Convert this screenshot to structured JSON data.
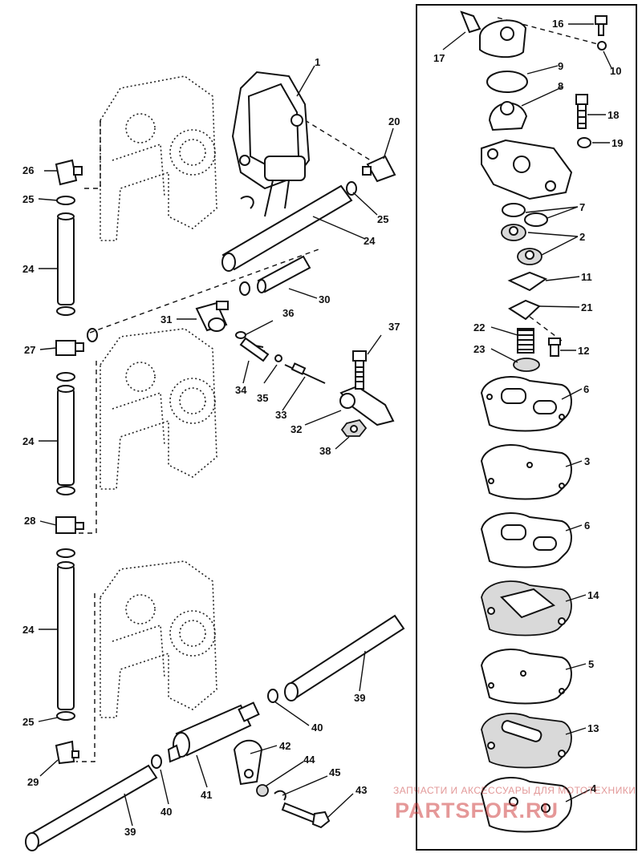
{
  "labels": [
    {
      "id": "p1",
      "text": "1"
    },
    {
      "id": "p2",
      "text": "2"
    },
    {
      "id": "p3",
      "text": "3"
    },
    {
      "id": "p4",
      "text": "4"
    },
    {
      "id": "p5",
      "text": "5"
    },
    {
      "id": "p6a",
      "text": "6"
    },
    {
      "id": "p6b",
      "text": "6"
    },
    {
      "id": "p7",
      "text": "7"
    },
    {
      "id": "p8",
      "text": "8"
    },
    {
      "id": "p9",
      "text": "9"
    },
    {
      "id": "p10",
      "text": "10"
    },
    {
      "id": "p11",
      "text": "11"
    },
    {
      "id": "p12",
      "text": "12"
    },
    {
      "id": "p13",
      "text": "13"
    },
    {
      "id": "p14",
      "text": "14"
    },
    {
      "id": "p16",
      "text": "16"
    },
    {
      "id": "p17",
      "text": "17"
    },
    {
      "id": "p18",
      "text": "18"
    },
    {
      "id": "p19",
      "text": "19"
    },
    {
      "id": "p20",
      "text": "20"
    },
    {
      "id": "p21",
      "text": "21"
    },
    {
      "id": "p22",
      "text": "22"
    },
    {
      "id": "p23",
      "text": "23"
    },
    {
      "id": "p24a",
      "text": "24"
    },
    {
      "id": "p24b",
      "text": "24"
    },
    {
      "id": "p24c",
      "text": "24"
    },
    {
      "id": "p24d",
      "text": "24"
    },
    {
      "id": "p25a",
      "text": "25"
    },
    {
      "id": "p25b",
      "text": "25"
    },
    {
      "id": "p25c",
      "text": "25"
    },
    {
      "id": "p26",
      "text": "26"
    },
    {
      "id": "p27",
      "text": "27"
    },
    {
      "id": "p28",
      "text": "28"
    },
    {
      "id": "p29",
      "text": "29"
    },
    {
      "id": "p30",
      "text": "30"
    },
    {
      "id": "p31",
      "text": "31"
    },
    {
      "id": "p32",
      "text": "32"
    },
    {
      "id": "p33",
      "text": "33"
    },
    {
      "id": "p34",
      "text": "34"
    },
    {
      "id": "p35",
      "text": "35"
    },
    {
      "id": "p36",
      "text": "36"
    },
    {
      "id": "p37",
      "text": "37"
    },
    {
      "id": "p38",
      "text": "38"
    },
    {
      "id": "p39a",
      "text": "39"
    },
    {
      "id": "p39b",
      "text": "39"
    },
    {
      "id": "p40a",
      "text": "40"
    },
    {
      "id": "p40b",
      "text": "40"
    },
    {
      "id": "p41",
      "text": "41"
    },
    {
      "id": "p42",
      "text": "42"
    },
    {
      "id": "p43",
      "text": "43"
    },
    {
      "id": "p44",
      "text": "44"
    },
    {
      "id": "p45",
      "text": "45"
    }
  ],
  "watermark": {
    "line1": "ЗАПЧАСТИ И АКСЕССУАРЫ ДЛЯ МОТОТЕХНИКИ",
    "line2": "PARTSFOR.RU",
    "color": "#cc3333"
  },
  "colors": {
    "ink": "#111111",
    "background": "#ffffff"
  }
}
